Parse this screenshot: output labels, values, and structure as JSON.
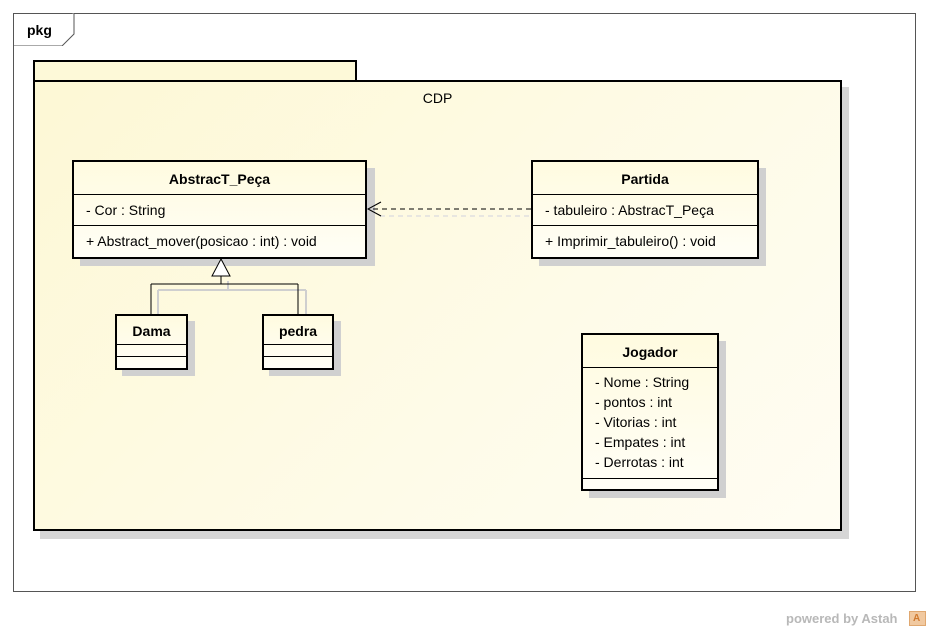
{
  "frame": {
    "label": "pkg"
  },
  "package": {
    "name": "CDP"
  },
  "classes": {
    "abstract_peca": {
      "name": "AbstracT_Peça",
      "attributes": [
        "- Cor : String"
      ],
      "operations": [
        "+ Abstract_mover(posicao : int) : void"
      ]
    },
    "partida": {
      "name": "Partida",
      "attributes": [
        "- tabuleiro : AbstracT_Peça"
      ],
      "operations": [
        "+ Imprimir_tabuleiro() : void"
      ]
    },
    "dama": {
      "name": "Dama"
    },
    "pedra": {
      "name": "pedra"
    },
    "jogador": {
      "name": "Jogador",
      "attributes": [
        "- Nome : String",
        "- pontos : int",
        "- Vitorias : int",
        "- Empates : int",
        "- Derrotas : int"
      ]
    }
  },
  "relations": {
    "dependency": {
      "from": "Partida",
      "to": "AbstracT_Peça",
      "style": "dashed-open-arrow"
    },
    "generalization": {
      "children": [
        "Dama",
        "pedra"
      ],
      "parent": "AbstracT_Peça"
    }
  },
  "footer": {
    "text": "powered by Astah",
    "logo_icon": "astah-logo-icon"
  }
}
